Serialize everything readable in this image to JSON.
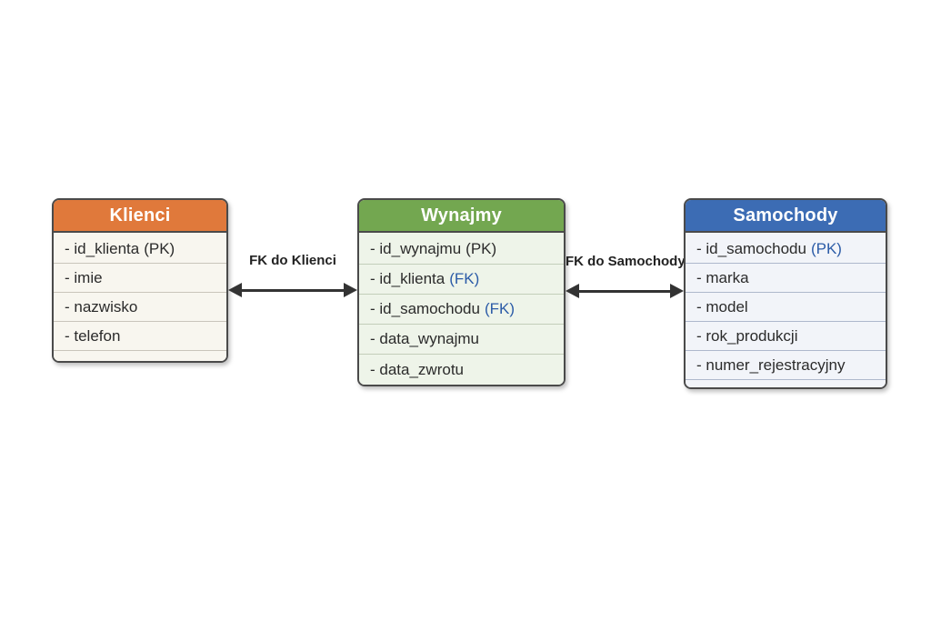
{
  "colors": {
    "canvas_bg": "#ffffff",
    "border_dark": "#4a4a4a",
    "row_text": "#2b2b2b",
    "accent_blue": "#2b5ba7",
    "arrow_color": "#333333",
    "klienci_header": "#e0793b",
    "klienci_body": "#f8f6ef",
    "klienci_divider": "#c9c5bb",
    "wynajmy_header": "#73a750",
    "wynajmy_body": "#eef4e9",
    "wynajmy_divider": "#c3ceba",
    "samochody_header": "#3c6cb4",
    "samochody_body": "#f2f4f9",
    "samochody_divider": "#aeb8cc"
  },
  "tables": {
    "klienci": {
      "title": "Klienci",
      "rows": [
        {
          "label": "- id_klienta",
          "key": "(PK)"
        },
        {
          "label": "- imie",
          "key": ""
        },
        {
          "label": "- nazwisko",
          "key": ""
        },
        {
          "label": "- telefon",
          "key": ""
        }
      ]
    },
    "wynajmy": {
      "title": "Wynajmy",
      "rows": [
        {
          "label": "- id_wynajmu",
          "key": "(PK)"
        },
        {
          "label": "- id_klienta",
          "key": "(FK)"
        },
        {
          "label": "- id_samochodu",
          "key": "(FK)"
        },
        {
          "label": "- data_wynajmu",
          "key": ""
        },
        {
          "label": "- data_zwrotu",
          "key": ""
        }
      ]
    },
    "samochody": {
      "title": "Samochody",
      "rows": [
        {
          "label": "- id_samochodu",
          "key": "(PK)"
        },
        {
          "label": "- marka",
          "key": ""
        },
        {
          "label": "- model",
          "key": ""
        },
        {
          "label": "- rok_produkcji",
          "key": ""
        },
        {
          "label": "- numer_rejestracyjny",
          "key": ""
        }
      ]
    }
  },
  "connectors": {
    "left": {
      "label": "FK do Klienci"
    },
    "right": {
      "label": "FK do Samochody"
    }
  }
}
